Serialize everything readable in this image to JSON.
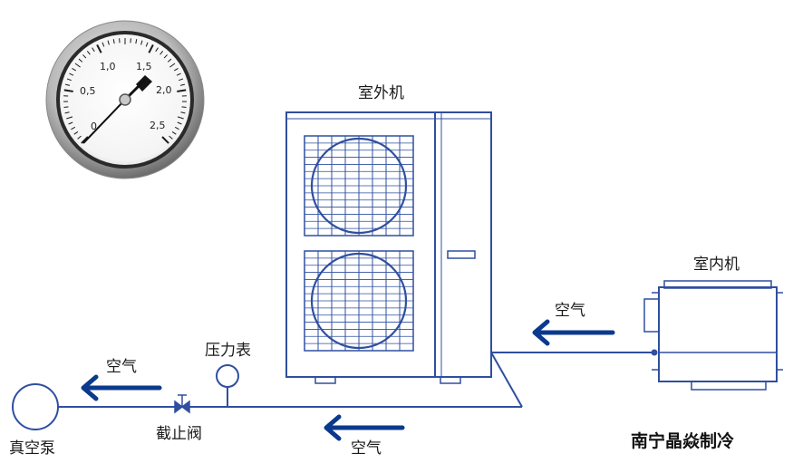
{
  "labels": {
    "outdoor_unit": "室外机",
    "indoor_unit": "室内机",
    "vacuum_pump": "真空泵",
    "pressure_gauge": "压力表",
    "stop_valve": "截止阀",
    "air_top_right": "空气",
    "air_left": "空气",
    "air_bottom": "空气"
  },
  "gauge": {
    "scale": [
      "0",
      "0,5",
      "1,0",
      "1,5",
      "2,0",
      "2,5"
    ]
  },
  "brand": "南宁晶焱制冷",
  "colors": {
    "line": "#2f4f9f",
    "arrow": "#0b3a8c",
    "gauge_dark": "#1a1a1a"
  },
  "icons": {
    "fan": "fan-icon",
    "valve": "valve-icon",
    "arrow": "arrow-left-icon"
  }
}
